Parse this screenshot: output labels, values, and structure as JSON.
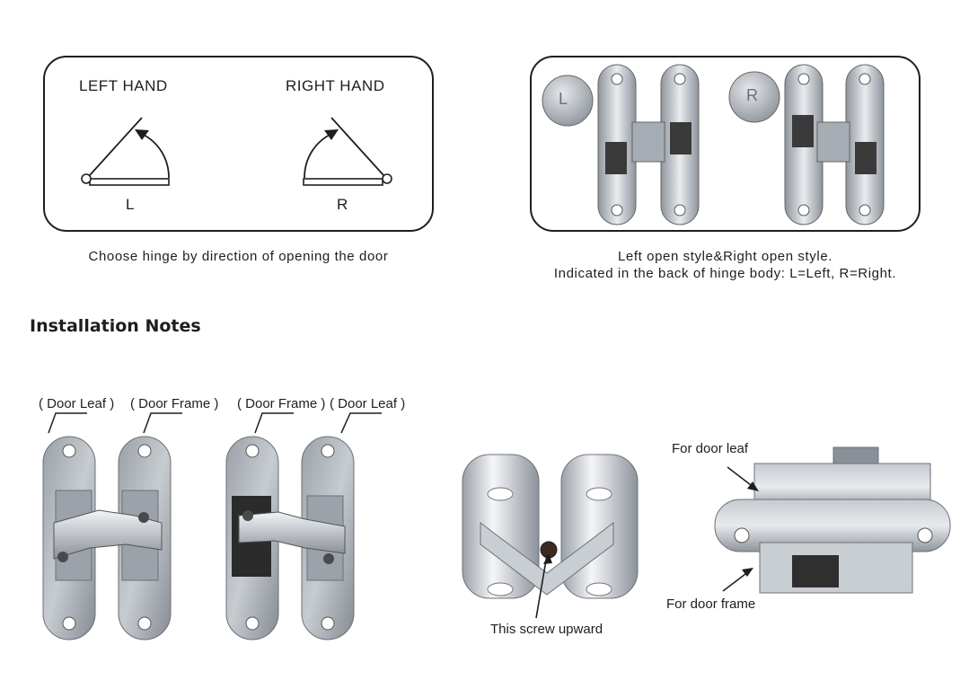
{
  "direction_panel": {
    "left_title": "LEFT HAND",
    "right_title": "RIGHT HAND",
    "left_letter": "L",
    "right_letter": "R",
    "caption": "Choose hinge by direction of opening the door"
  },
  "marking_panel": {
    "left_badge": "L",
    "right_badge": "R",
    "caption_line1": "Left open style&Right open style.",
    "caption_line2": "Indicated in the back of hinge body: L=Left, R=Right."
  },
  "installation": {
    "heading": "Installation Notes",
    "labels": [
      "( Door Leaf )",
      "( Door Frame )",
      "( Door Frame )",
      "( Door Leaf )"
    ],
    "screw_note": "This screw upward",
    "for_door_leaf": "For door leaf",
    "for_door_frame": "For door frame"
  },
  "colors": {
    "ink": "#1e1e1e",
    "metal_light": "#d9dde2",
    "metal_dark": "#7b8189",
    "black_part": "#2b2b2b"
  }
}
